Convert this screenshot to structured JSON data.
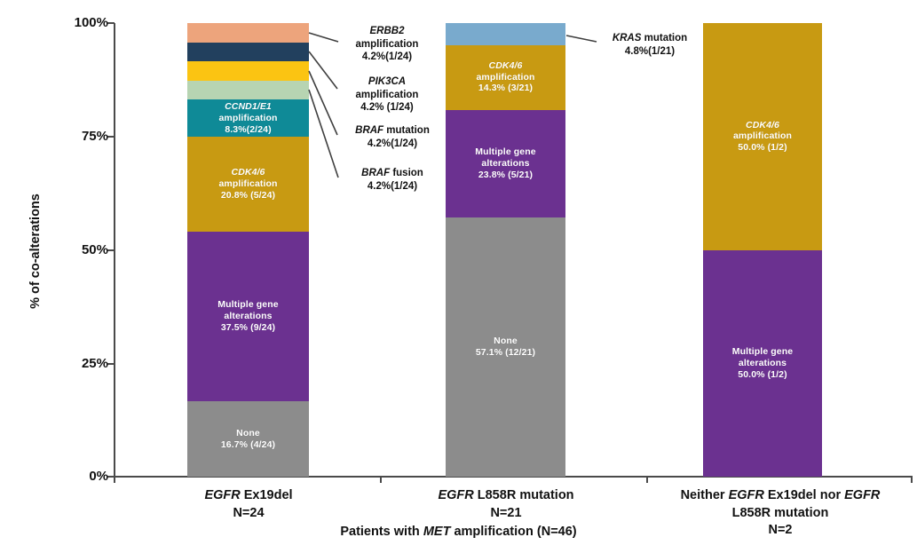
{
  "chart_data": {
    "type": "bar",
    "subtype": "stacked-100-percent",
    "title": "",
    "xlabel": "Patients with MET amplification (N=46)",
    "ylabel": "% of co-alterations",
    "ylim": [
      0,
      100
    ],
    "ytick_labels": [
      "0%",
      "25%",
      "50%",
      "75%",
      "100%"
    ],
    "ytick_values": [
      0,
      25,
      50,
      75,
      100
    ],
    "grid": false,
    "legend": "none",
    "categories": [
      {
        "line1": "EGFR Ex19del",
        "line1_italic": "EGFR",
        "line1_rest": " Ex19del",
        "line2": "N=24",
        "n": 24
      },
      {
        "line1": "EGFR L858R mutation",
        "line1_italic": "EGFR",
        "line1_rest": " L858R mutation",
        "line2": "N=21",
        "n": 21
      },
      {
        "line1": "Neither EGFR Ex19del nor EGFR",
        "line2": "L858R mutation",
        "line3": "N=2",
        "n": 2
      }
    ],
    "series": [
      {
        "name": "None",
        "color": "#8c8c8c",
        "values": [
          16.7,
          57.1,
          0
        ],
        "counts": [
          "4/24",
          "12/21",
          ""
        ]
      },
      {
        "name": "Multiple gene alterations",
        "color": "#6b3190",
        "values": [
          37.5,
          23.8,
          50.0
        ],
        "counts": [
          "9/24",
          "5/21",
          "1/2"
        ]
      },
      {
        "name": "CDK4/6 amplification",
        "color": "#c89a12",
        "values": [
          20.8,
          14.3,
          50.0
        ],
        "counts": [
          "5/24",
          "3/21",
          "1/2"
        ]
      },
      {
        "name": "CCND1/E1 amplification",
        "color": "#0f8a97",
        "values": [
          8.3,
          0,
          0
        ],
        "counts": [
          "2/24",
          "",
          ""
        ]
      },
      {
        "name": "BRAF fusion",
        "color": "#b7d4b2",
        "values": [
          4.2,
          0,
          0
        ],
        "counts": [
          "1/24",
          "",
          ""
        ]
      },
      {
        "name": "BRAF mutation",
        "color": "#fbc412",
        "values": [
          4.2,
          0,
          0
        ],
        "counts": [
          "1/24",
          "",
          ""
        ]
      },
      {
        "name": "PIK3CA amplification",
        "color": "#22405e",
        "values": [
          4.2,
          0,
          0
        ],
        "counts": [
          "1/24",
          "",
          ""
        ]
      },
      {
        "name": "ERBB2 amplification",
        "color": "#eda47c",
        "values": [
          4.2,
          0,
          0
        ],
        "counts": [
          "1/24",
          "",
          ""
        ]
      },
      {
        "name": "KRAS mutation",
        "color": "#79aacd",
        "values": [
          0,
          4.8,
          0
        ],
        "counts": [
          "",
          "1/21",
          ""
        ]
      }
    ]
  },
  "axis": {
    "y_title": "% of co-alterations",
    "x_title_pre": "Patients with ",
    "x_title_italic": "MET",
    "x_title_post": " amplification (N=46)",
    "ticks": [
      "100%",
      "75%",
      "50%",
      "25%",
      "0%"
    ]
  },
  "categories": {
    "cat1": {
      "italic": "EGFR",
      "rest": " Ex19del",
      "n": "N=24"
    },
    "cat2": {
      "italic": "EGFR",
      "rest": " L858R mutation",
      "n": "N=21"
    },
    "cat3": {
      "pre": "Neither ",
      "italic1": "EGFR",
      "mid": " Ex19del nor ",
      "italic2": "EGFR",
      "line2": "L858R mutation",
      "n": "N=2"
    }
  },
  "bar1": {
    "none": {
      "name": "None",
      "pct": "16.7% (4/24)"
    },
    "multiple": {
      "name1": "Multiple gene",
      "name2": "alterations",
      "pct": "37.5% (9/24)"
    },
    "cdk": {
      "name1": "CDK4/6",
      "name2": "amplification",
      "pct": "20.8% (5/24)"
    },
    "ccnd": {
      "name1": "CCND1/E1",
      "name2": "amplification",
      "pct": "8.3%(2/24)"
    }
  },
  "bar2": {
    "none": {
      "name": "None",
      "pct": "57.1% (12/21)"
    },
    "multiple": {
      "name1": "Multiple gene",
      "name2": "alterations",
      "pct": "23.8% (5/21)"
    },
    "cdk": {
      "name1": "CDK4/6",
      "name2": "amplification",
      "pct": "14.3% (3/21)"
    }
  },
  "bar3": {
    "cdk": {
      "name1": "CDK4/6",
      "name2": "amplification",
      "pct": "50.0% (1/2)"
    },
    "multiple": {
      "name1": "Multiple gene",
      "name2": "alterations",
      "pct": "50.0% (1/2)"
    }
  },
  "callouts": {
    "erbb2": {
      "gene": "ERBB2",
      "desc": "amplification",
      "pct": "4.2%(1/24)"
    },
    "pik3ca": {
      "gene": "PIK3CA",
      "desc": "amplification",
      "pct": "4.2% (1/24)"
    },
    "braf_mut": {
      "gene": "BRAF",
      "desc": "mutation",
      "pct": "4.2%(1/24)"
    },
    "braf_fus": {
      "gene": "BRAF",
      "desc": "fusion",
      "pct": "4.2%(1/24)"
    },
    "kras": {
      "gene": "KRAS",
      "desc": "mutation",
      "pct": "4.8%(1/21)"
    }
  }
}
